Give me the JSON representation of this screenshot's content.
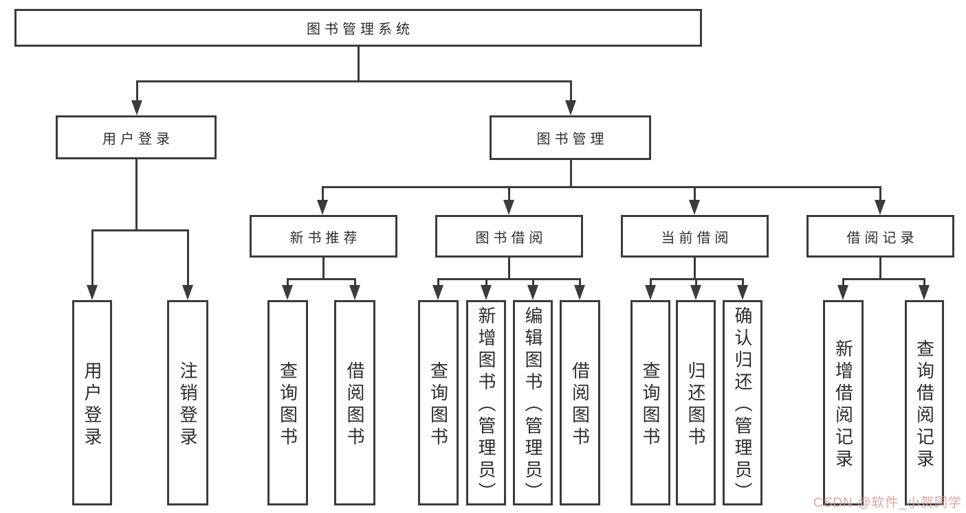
{
  "diagram": {
    "title": "图书管理系统",
    "level2": [
      {
        "label": "用户登录"
      },
      {
        "label": "图书管理"
      }
    ],
    "level3": [
      {
        "label": "新书推荐"
      },
      {
        "label": "图书借阅"
      },
      {
        "label": "当前借阅"
      },
      {
        "label": "借阅记录"
      }
    ],
    "leaves": {
      "user_login": [
        "用户登录",
        "注销登录"
      ],
      "new_book": [
        "查询图书",
        "借阅图书"
      ],
      "book_borrow": [
        "查询图书",
        "新增图书（管理员）",
        "编辑图书（管理员）",
        "借阅图书"
      ],
      "current_borrow": [
        "查询图书",
        "归还图书",
        "确认归还（管理员）"
      ],
      "borrow_record": [
        "新增借阅记录",
        "查询借阅记录"
      ]
    }
  },
  "watermark": {
    "text": "CSDN @软件_小贺同学"
  },
  "colors": {
    "line": "#3b3b3b",
    "text": "#2c2c2c",
    "watermark": "#d79b95",
    "background": "#ffffff"
  }
}
